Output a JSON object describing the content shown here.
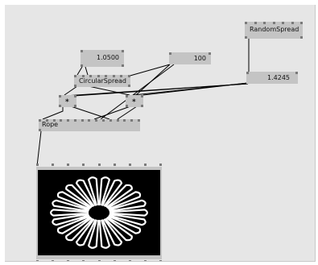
{
  "nodes": {
    "random_spread": {
      "label": "RandomSpread"
    },
    "value_a": {
      "value": "1.0500"
    },
    "value_b": {
      "value": "100"
    },
    "value_c": {
      "value": "1.4245"
    },
    "circular_spread": {
      "label": "CircularSpread"
    },
    "mult_a": {
      "label": "*"
    },
    "mult_b": {
      "label": "*"
    },
    "rope": {
      "label": "Rope"
    }
  },
  "renderer": {
    "label": "",
    "content": "rope-flower"
  },
  "colors": {
    "canvas": "#e6e6e6",
    "node": "#c4c4c4",
    "pin": "#7a7a7a",
    "wire": "#000000",
    "render_bg": "#000000",
    "render_stroke": "#ffffff"
  }
}
